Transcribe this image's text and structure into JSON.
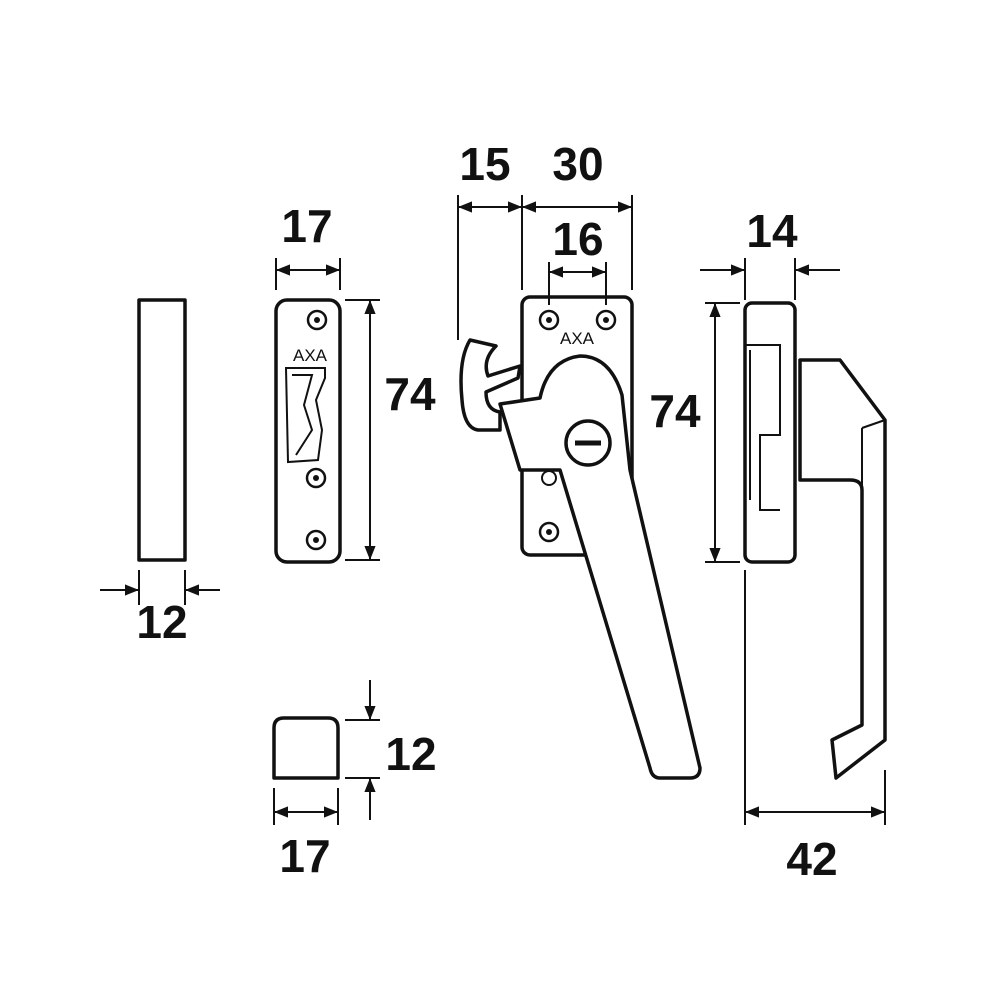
{
  "brand": "AXA",
  "dimensions": {
    "strike_width": "17",
    "strike_height": "74",
    "bar_width": "12",
    "block_height": "12",
    "block_width": "17",
    "hook_offset": "15",
    "plate_width": "30",
    "screw_spacing": "16",
    "plate_height": "74",
    "side_depth": "14",
    "handle_projection": "42"
  },
  "colors": {
    "line": "#111111",
    "background": "#ffffff"
  }
}
